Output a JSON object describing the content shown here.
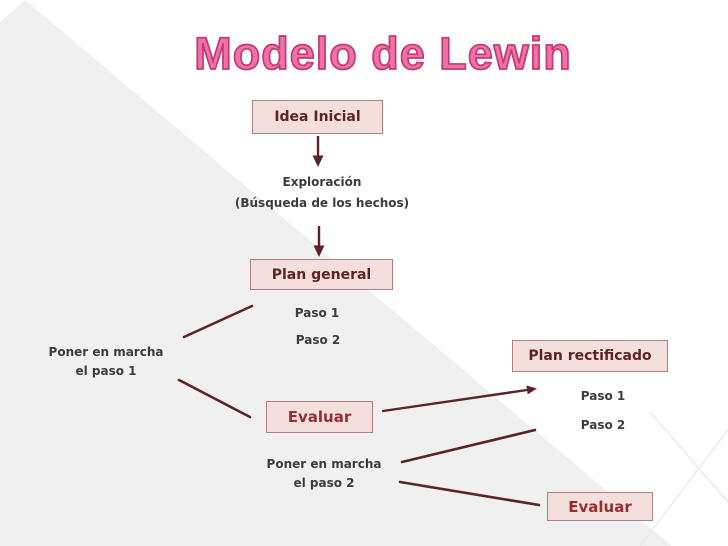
{
  "slide": {
    "title": "Modelo de Lewin",
    "colors": {
      "title_fill": "#f170a9",
      "title_stroke": "#c23a72",
      "box_fill": "#f5dfdd",
      "box_border": "#ad8181",
      "box_text": "#5e2324",
      "evaluar_text": "#982e30",
      "connector": "#5c2425",
      "plain_text": "#413a3b",
      "bg_shape": "#f1f0f0",
      "bg_line": "#eceaea"
    },
    "nodes": [
      {
        "id": "idea-inicial",
        "label": "Idea Inicial"
      },
      {
        "id": "plan-general",
        "label": "Plan general"
      },
      {
        "id": "plan-rectificado",
        "label": "Plan rectificado"
      },
      {
        "id": "evaluar-1",
        "label": "Evaluar"
      },
      {
        "id": "evaluar-2",
        "label": "Evaluar"
      }
    ],
    "labels": {
      "exploracion_1": "Exploración",
      "exploracion_2": "(Búsqueda de los hechos)",
      "paso1_left": "Paso 1",
      "paso2_left": "Paso 2",
      "poner1_1": "Poner en marcha",
      "poner1_2": "el paso 1",
      "paso1_right": "Paso 1",
      "paso2_right": "Paso 2",
      "poner2_1": "Poner en marcha",
      "poner2_2": "el paso 2"
    }
  }
}
